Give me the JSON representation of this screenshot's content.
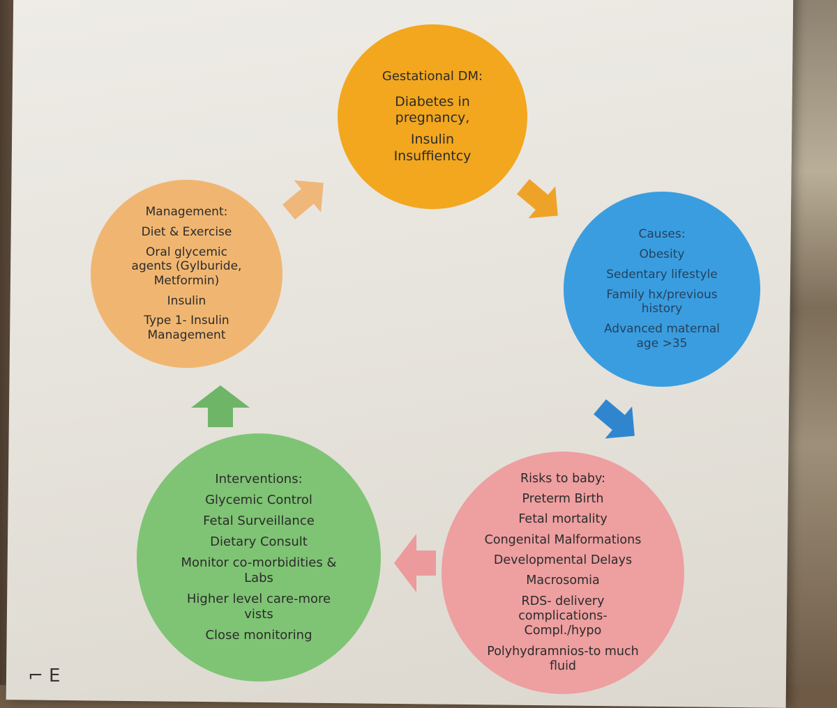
{
  "cycle": {
    "gestational": {
      "title": "Gestational DM:",
      "line1": "Diabetes in",
      "line2": "pregnancy,",
      "line3": "Insulin",
      "line4": "Insuffientcy"
    },
    "causes": {
      "title": "Causes:",
      "item1": "Obesity",
      "item2": "Sedentary lifestyle",
      "item3a": "Family hx/previous",
      "item3b": "history",
      "item4a": "Advanced maternal",
      "item4b": "age >35"
    },
    "risks": {
      "title": "Risks to baby:",
      "item1": "Preterm Birth",
      "item2": "Fetal mortality",
      "item3": "Congenital Malformations",
      "item4": "Developmental Delays",
      "item5": "Macrosomia",
      "item6a": "RDS- delivery",
      "item6b": "complications-",
      "item6c": "Compl./hypo",
      "item7a": "Polyhydramnios-to much",
      "item7b": "fluid"
    },
    "interventions": {
      "title": "Interventions:",
      "item1": "Glycemic Control",
      "item2": "Fetal Surveillance",
      "item3": "Dietary Consult",
      "item4a": "Monitor co-morbidities &",
      "item4b": "Labs",
      "item5a": "Higher level care-more",
      "item5b": "vists",
      "item6": "Close monitoring"
    },
    "management": {
      "title": "Management:",
      "item1": "Diet & Exercise",
      "item2a": "Oral glycemic",
      "item2b": "agents (Gylburide,",
      "item2c": "Metformin)",
      "item3": "Insulin",
      "item4a": "Type 1- Insulin",
      "item4b": "Management"
    }
  },
  "colors": {
    "gestational": "#f2a71e",
    "causes": "#3a9de0",
    "risks": "#ee9fa0",
    "interventions": "#7fc474",
    "management": "#f0b671",
    "arrow_orange": "#eea328",
    "arrow_blue": "#2f86cf",
    "arrow_pink": "#ec9a9c",
    "arrow_green": "#6fb568",
    "arrow_peach": "#efb77a"
  },
  "arrows": [
    {
      "name": "arrow-gestational-to-causes-icon",
      "color": "arrow_orange"
    },
    {
      "name": "arrow-causes-to-risks-icon",
      "color": "arrow_blue"
    },
    {
      "name": "arrow-risks-to-interventions-icon",
      "color": "arrow_pink"
    },
    {
      "name": "arrow-interventions-to-management-icon",
      "color": "arrow_green"
    },
    {
      "name": "arrow-management-to-gestational-icon",
      "color": "arrow_peach"
    }
  ]
}
